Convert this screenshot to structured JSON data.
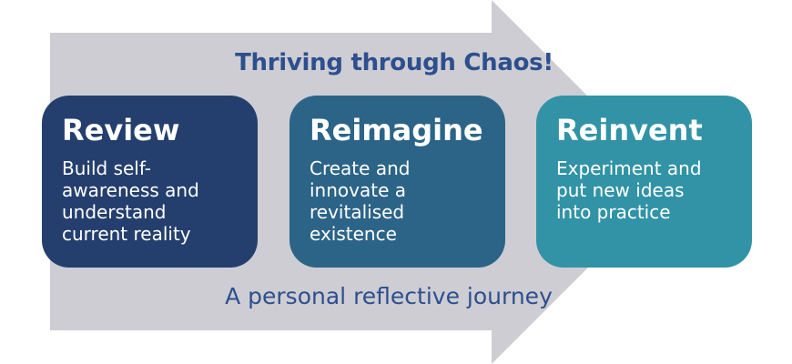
{
  "title": "Thriving through Chaos!",
  "subtitle": "A personal reflective journey",
  "colors": {
    "arrow": "#cdcdd3",
    "text_blue": "#2d4f8d"
  },
  "stages": [
    {
      "heading": "Review",
      "lines": [
        "Build self-",
        "awareness and",
        "understand",
        "current reality"
      ],
      "color": "#243f6e"
    },
    {
      "heading": "Reimagine",
      "lines": [
        "Create and",
        "innovate a",
        "revitalised",
        "existence"
      ],
      "color": "#2c6488"
    },
    {
      "heading": "Reinvent",
      "lines": [
        "Experiment and",
        "put new ideas",
        "into practice"
      ],
      "color": "#3193a5"
    }
  ]
}
